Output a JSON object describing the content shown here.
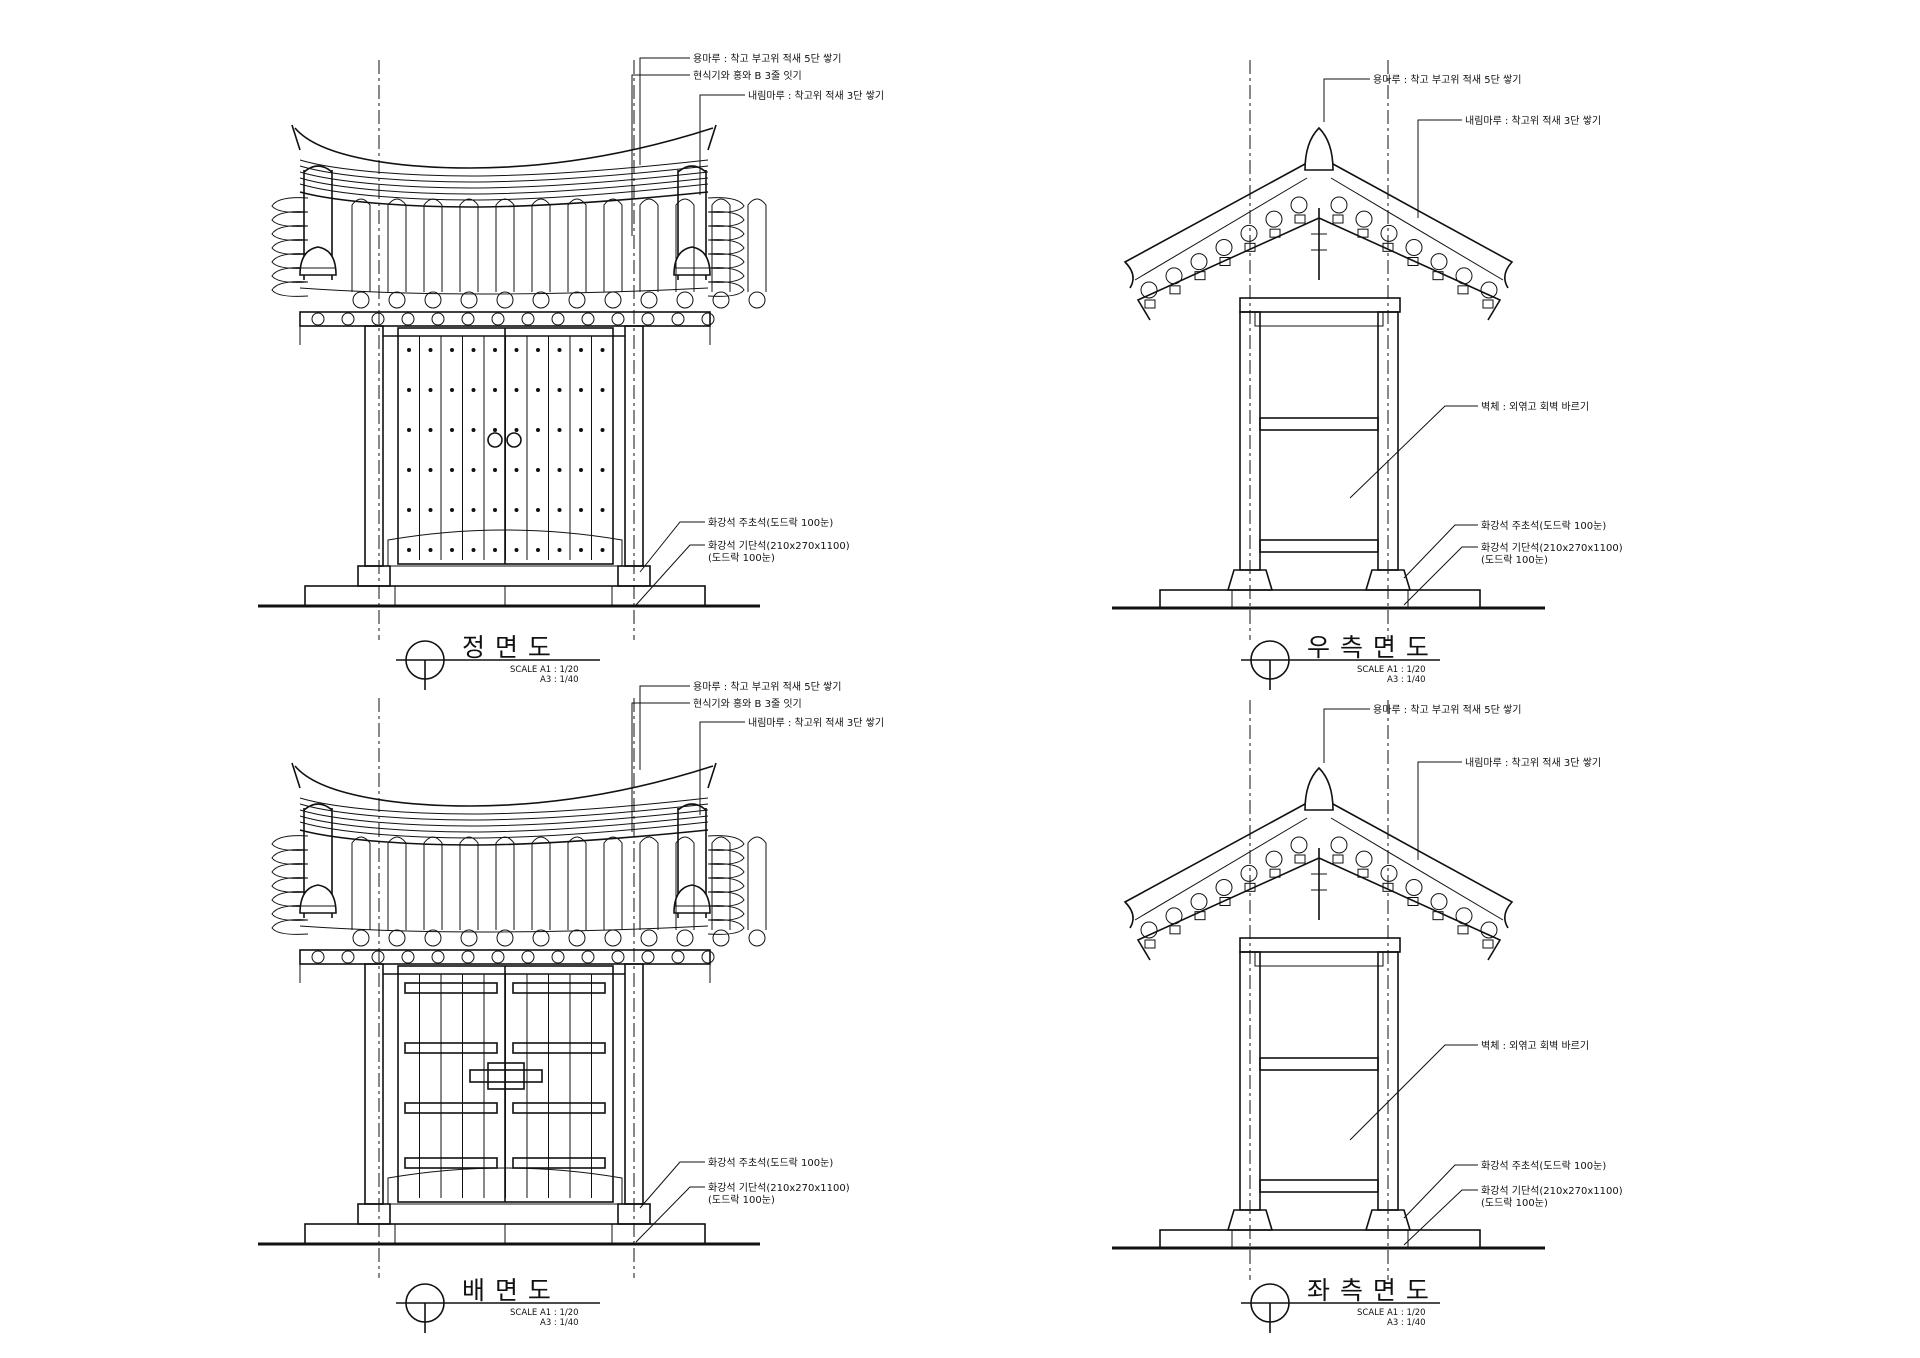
{
  "drawing": {
    "views": [
      {
        "key": "front",
        "title": "정  면  도",
        "scale_a1": "SCALE  A1  :  1/20",
        "scale_a3": "A3  :  1/40",
        "notes": [
          "용마루 : 착고 부고위 적새 5단 쌓기",
          "현식기와 홍와 B 3줄 잇기",
          "내림마루 : 착고위 적새 3단 쌓기",
          "화강석 주초석(도드락 100눈)",
          "화강석 기단석(210x270x1100)",
          "(도드락  100눈)"
        ]
      },
      {
        "key": "right",
        "title": "우  측  면  도",
        "scale_a1": "SCALE  A1  :  1/20",
        "scale_a3": "A3  :  1/40",
        "notes": [
          "용마루 : 착고 부고위 적새 5단 쌓기",
          "내림마루 : 착고위 적새 3단 쌓기",
          "벽체 : 외엮고 회벽 바르기",
          "화강석 주초석(도드락  100눈)",
          "화강석 기단석(210x270x1100)",
          "(도드락  100눈)"
        ]
      },
      {
        "key": "back",
        "title": "배  면  도",
        "scale_a1": "SCALE  A1  :  1/20",
        "scale_a3": "A3  :  1/40",
        "notes": [
          "용마루 : 착고 부고위 적새 5단 쌓기",
          "현식기와 홍와 B 3줄 잇기",
          "내림마루 : 착고위 적새 3단 쌓기",
          "화강석 주초석(도드락 100눈)",
          "화강석 기단석(210x270x1100)",
          "(도드락  100눈)"
        ]
      },
      {
        "key": "left",
        "title": "좌  측  면  도",
        "scale_a1": "SCALE  A1  :  1/20",
        "scale_a3": "A3  :  1/40",
        "notes": [
          "용마루 : 착고 부고위 적새 5단 쌓기",
          "내림마루 : 착고위 적새 3단 쌓기",
          "벽체 : 외엮고 회벽 바르기",
          "화강석 주초석(도드락  100눈)",
          "화강석 기단석(210x270x1100)",
          "(도드락  100눈)"
        ]
      }
    ]
  }
}
